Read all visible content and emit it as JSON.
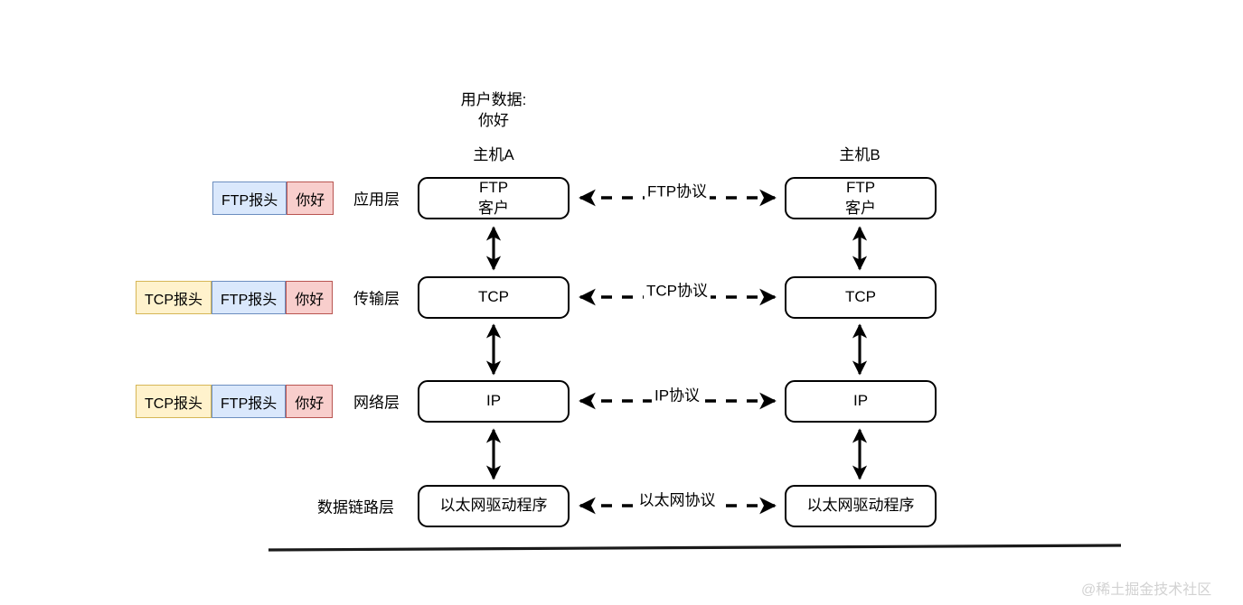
{
  "diagram": {
    "user_data": {
      "line1": "用户数据:",
      "line2": "你好"
    },
    "hosts": {
      "left": "主机A",
      "right": "主机B"
    },
    "layers": [
      {
        "name": "应用层",
        "left_box": {
          "line1": "FTP",
          "line2": "客户"
        },
        "right_box": {
          "line1": "FTP",
          "line2": "客户"
        },
        "protocol": "FTP协议",
        "segments": [
          {
            "label": "FTP报头",
            "color": "blue"
          },
          {
            "label": "你好",
            "color": "pink"
          }
        ]
      },
      {
        "name": "传输层",
        "left_box": {
          "line1": "TCP",
          "line2": ""
        },
        "right_box": {
          "line1": "TCP",
          "line2": ""
        },
        "protocol": "TCP协议",
        "segments": [
          {
            "label": "TCP报头",
            "color": "yellow"
          },
          {
            "label": "FTP报头",
            "color": "blue"
          },
          {
            "label": "你好",
            "color": "pink"
          }
        ]
      },
      {
        "name": "网络层",
        "left_box": {
          "line1": "IP",
          "line2": ""
        },
        "right_box": {
          "line1": "IP",
          "line2": ""
        },
        "protocol": "IP协议",
        "segments": [
          {
            "label": "TCP报头",
            "color": "yellow"
          },
          {
            "label": "FTP报头",
            "color": "blue"
          },
          {
            "label": "你好",
            "color": "pink"
          }
        ]
      },
      {
        "name": "数据链路层",
        "left_box": {
          "line1": "以太网驱动程序",
          "line2": ""
        },
        "right_box": {
          "line1": "以太网驱动程序",
          "line2": ""
        },
        "protocol": "以太网协议",
        "segments": []
      }
    ],
    "watermark": "@稀土掘金技术社区",
    "colors": {
      "header_yellow_fill": "#fff2cc",
      "header_yellow_stroke": "#d6b656",
      "header_blue_fill": "#dae8fc",
      "header_blue_stroke": "#6c8ebf",
      "header_pink_fill": "#f8cecc",
      "header_pink_stroke": "#b85450",
      "box_stroke": "#000000",
      "watermark": "#d2d2d2"
    }
  }
}
